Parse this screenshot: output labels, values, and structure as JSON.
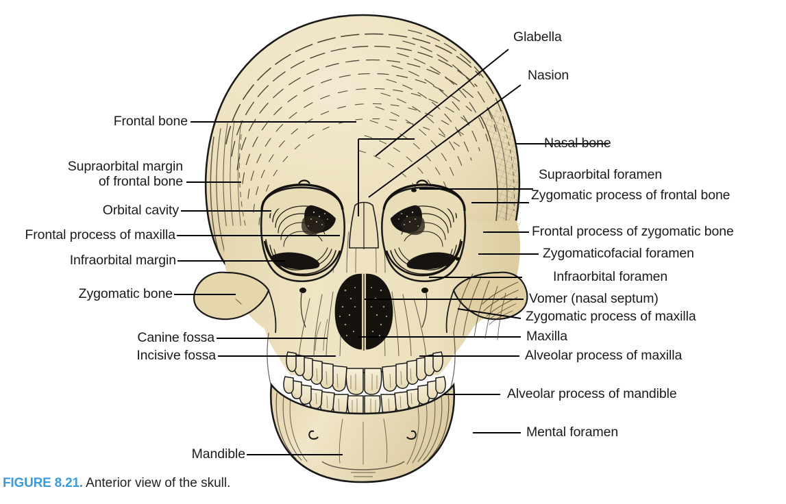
{
  "figure": {
    "number": "FIGURE 8.21.",
    "caption": "Anterior view of the skull.",
    "accent_color": "#3b9ad9",
    "text_color": "#231f20"
  },
  "illustration": {
    "name": "anterior-view-of-skull",
    "bone_fill": "#ece0bd",
    "bone_shadow": "#ddcfa6",
    "cavity_fill": "#1a1a1a",
    "outline": "#1a1a1a",
    "background": "#ffffff"
  },
  "labels_left": [
    {
      "id": "frontal-bone",
      "text": "Frontal bone"
    },
    {
      "id": "supraorbital-margin-of-frontal-bone",
      "line1": "Supraorbital margin",
      "line2": "of frontal bone"
    },
    {
      "id": "orbital-cavity",
      "text": "Orbital cavity"
    },
    {
      "id": "frontal-process-of-maxilla",
      "text": "Frontal process of maxilla"
    },
    {
      "id": "infraorbital-margin",
      "text": "Infraorbital margin"
    },
    {
      "id": "zygomatic-bone",
      "text": "Zygomatic bone"
    },
    {
      "id": "canine-fossa",
      "text": "Canine fossa"
    },
    {
      "id": "incisive-fossa",
      "text": "Incisive fossa"
    },
    {
      "id": "mandible",
      "text": "Mandible"
    }
  ],
  "labels_right": [
    {
      "id": "glabella",
      "text": "Glabella"
    },
    {
      "id": "nasion",
      "text": "Nasion"
    },
    {
      "id": "nasal-bone",
      "text": "Nasal bone"
    },
    {
      "id": "supraorbital-foramen",
      "text": "Supraorbital foramen"
    },
    {
      "id": "zygomatic-process-of-frontal-bone",
      "text": "Zygomatic process of frontal bone"
    },
    {
      "id": "frontal-process-of-zygomatic-bone",
      "text": "Frontal process of zygomatic bone"
    },
    {
      "id": "zygomaticofacial-foramen",
      "text": "Zygomaticofacial foramen"
    },
    {
      "id": "infraorbital-foramen",
      "text": "Infraorbital foramen"
    },
    {
      "id": "vomer-nasal-septum",
      "text": "Vomer (nasal septum)"
    },
    {
      "id": "zygomatic-process-of-maxilla",
      "text": "Zygomatic process of maxilla"
    },
    {
      "id": "maxilla",
      "text": "Maxilla"
    },
    {
      "id": "alveolar-process-of-maxilla",
      "text": "Alveolar process of maxilla"
    },
    {
      "id": "alveolar-process-of-mandible",
      "text": "Alveolar process of mandible"
    },
    {
      "id": "mental-foramen",
      "text": "Mental foramen"
    }
  ]
}
